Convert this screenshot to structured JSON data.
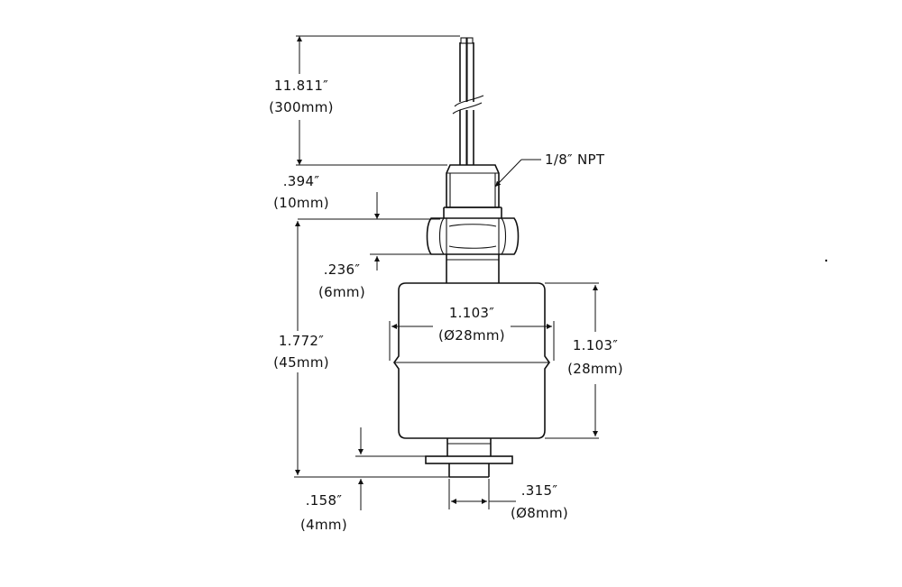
{
  "dimensions": {
    "lead_length": {
      "inch": "11.811″",
      "mm": "(300mm)"
    },
    "thread": {
      "label": "1/8″ NPT"
    },
    "thread_length": {
      "inch": ".394″",
      "mm": "(10mm)"
    },
    "stem_gap": {
      "inch": ".236″",
      "mm": "(6mm)"
    },
    "overall_length": {
      "inch": "1.772″",
      "mm": "(45mm)"
    },
    "float_diameter": {
      "inch": "1.103″",
      "mm": "(Ø28mm)"
    },
    "float_height": {
      "inch": "1.103″",
      "mm": "(28mm)"
    },
    "stop_thickness": {
      "inch": ".158″",
      "mm": "(4mm)"
    },
    "stem_diameter": {
      "inch": ".315″",
      "mm": "(Ø8mm)"
    }
  },
  "colors": {
    "line": "#111111",
    "background": "#ffffff"
  }
}
